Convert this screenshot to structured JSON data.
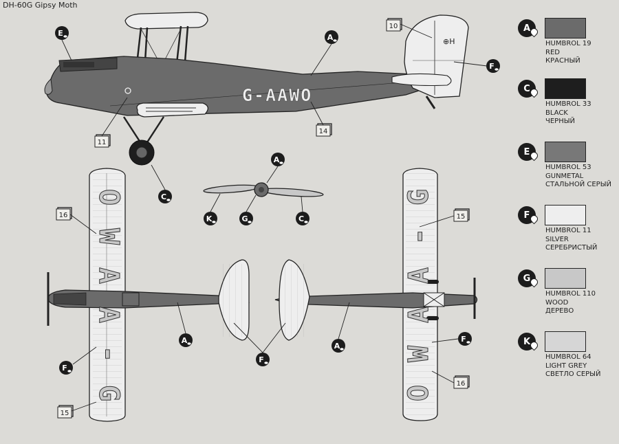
{
  "title": "DH-60G Gipsy Moth",
  "registration": "G-AAWO",
  "registration_letters": [
    "G",
    "-",
    "A",
    "A",
    "W",
    "O"
  ],
  "callouts": [
    "A",
    "C",
    "E",
    "F",
    "G",
    "K"
  ],
  "numbers": {
    "n10": "10",
    "n11": "11",
    "n14": "14",
    "n15": "15",
    "n16": "16"
  },
  "colors": {
    "red": "#6b6b6b",
    "black": "#1e1e1e",
    "gunmetal": "#787878",
    "silver": "#eeeeee",
    "wood": "#c8c8c8",
    "light_grey": "#d6d6d6"
  },
  "legend": [
    {
      "code": "A",
      "humbrol": "HUMBROL 19",
      "en": "RED",
      "ru": "КРАСНЫЙ",
      "color": "#6b6b6b"
    },
    {
      "code": "C",
      "humbrol": "HUMBROL 33",
      "en": "BLACK",
      "ru": "ЧЕРНЫЙ",
      "color": "#1e1e1e"
    },
    {
      "code": "E",
      "humbrol": "HUMBROL 53",
      "en": "GUNMETAL",
      "ru": "СТАЛЬНОЙ СЕРЫЙ",
      "color": "#787878"
    },
    {
      "code": "F",
      "humbrol": "HUMBROL 11",
      "en": "SILVER",
      "ru": "СЕРЕБРИСТЫЙ",
      "color": "#eeeeee"
    },
    {
      "code": "G",
      "humbrol": "HUMBROL 110",
      "en": "WOOD",
      "ru": "ДЕРЕВО",
      "color": "#c8c8c8"
    },
    {
      "code": "K",
      "humbrol": "HUMBROL 64",
      "en": "LIGHT GREY",
      "ru": "СВЕТЛО СЕРЫЙ",
      "color": "#d6d6d6"
    }
  ]
}
